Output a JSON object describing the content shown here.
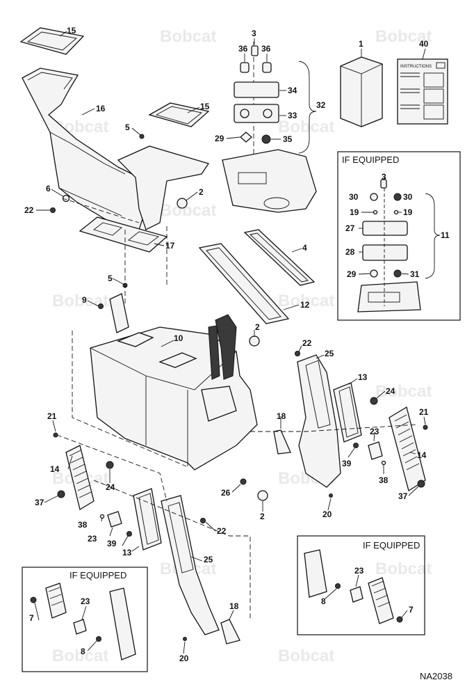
{
  "watermark_text": "Bobcat",
  "drawing_code": "NA2038",
  "instructions_label": "INSTRUCTIONS",
  "if_equipped_label": "IF EQUIPPED",
  "labels": [
    {
      "id": "l15a",
      "text": "15"
    },
    {
      "id": "l16",
      "text": "16"
    },
    {
      "id": "l5a",
      "text": "5"
    },
    {
      "id": "l15b",
      "text": "15"
    },
    {
      "id": "l6",
      "text": "6"
    },
    {
      "id": "l22a",
      "text": "22"
    },
    {
      "id": "l2a",
      "text": "2"
    },
    {
      "id": "l17",
      "text": "17"
    },
    {
      "id": "l4",
      "text": "4"
    },
    {
      "id": "l5b",
      "text": "5"
    },
    {
      "id": "l9",
      "text": "9"
    },
    {
      "id": "l12",
      "text": "12"
    },
    {
      "id": "l2b",
      "text": "2"
    },
    {
      "id": "l10",
      "text": "10"
    },
    {
      "id": "l22b",
      "text": "22"
    },
    {
      "id": "l25a",
      "text": "25"
    },
    {
      "id": "l13a",
      "text": "13"
    },
    {
      "id": "l24a",
      "text": "24"
    },
    {
      "id": "l21a",
      "text": "21"
    },
    {
      "id": "l18a",
      "text": "18"
    },
    {
      "id": "l23a",
      "text": "23"
    },
    {
      "id": "l14a",
      "text": "14"
    },
    {
      "id": "l39a",
      "text": "39"
    },
    {
      "id": "l38a",
      "text": "38"
    },
    {
      "id": "l37a",
      "text": "37"
    },
    {
      "id": "l20a",
      "text": "20"
    },
    {
      "id": "l21b",
      "text": "21"
    },
    {
      "id": "l14b",
      "text": "14"
    },
    {
      "id": "l24b",
      "text": "24"
    },
    {
      "id": "l37b",
      "text": "37"
    },
    {
      "id": "l26",
      "text": "26"
    },
    {
      "id": "l2c",
      "text": "2"
    },
    {
      "id": "l38b",
      "text": "38"
    },
    {
      "id": "l22c",
      "text": "22"
    },
    {
      "id": "l23b",
      "text": "23"
    },
    {
      "id": "l39b",
      "text": "39"
    },
    {
      "id": "l13b",
      "text": "13"
    },
    {
      "id": "l25b",
      "text": "25"
    },
    {
      "id": "l18b",
      "text": "18"
    },
    {
      "id": "l20b",
      "text": "20"
    },
    {
      "id": "l3a",
      "text": "3"
    },
    {
      "id": "l36a",
      "text": "36"
    },
    {
      "id": "l36b",
      "text": "36"
    },
    {
      "id": "l34",
      "text": "34"
    },
    {
      "id": "l32",
      "text": "32"
    },
    {
      "id": "l33",
      "text": "33"
    },
    {
      "id": "l29a",
      "text": "29"
    },
    {
      "id": "l35",
      "text": "35"
    },
    {
      "id": "l1",
      "text": "1"
    },
    {
      "id": "l40",
      "text": "40"
    },
    {
      "id": "l3b",
      "text": "3"
    },
    {
      "id": "l30a",
      "text": "30"
    },
    {
      "id": "l30b",
      "text": "30"
    },
    {
      "id": "l19a",
      "text": "19"
    },
    {
      "id": "l19b",
      "text": "19"
    },
    {
      "id": "l27",
      "text": "27"
    },
    {
      "id": "l11",
      "text": "11"
    },
    {
      "id": "l28",
      "text": "28"
    },
    {
      "id": "l29b",
      "text": "29"
    },
    {
      "id": "l31",
      "text": "31"
    },
    {
      "id": "l23c",
      "text": "23"
    },
    {
      "id": "l8a",
      "text": "8"
    },
    {
      "id": "l7a",
      "text": "7"
    },
    {
      "id": "l23d",
      "text": "23"
    },
    {
      "id": "l7b",
      "text": "7"
    },
    {
      "id": "l8b",
      "text": "8"
    }
  ]
}
